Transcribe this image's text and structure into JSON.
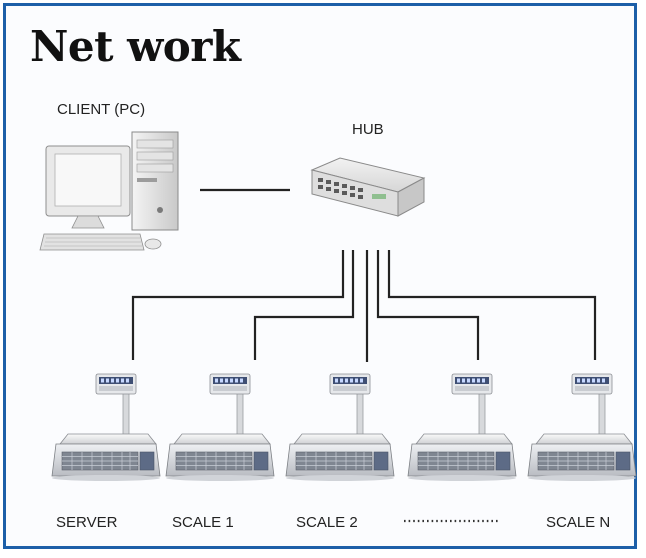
{
  "diagram": {
    "title": "Net work",
    "client_label": "CLIENT (PC)",
    "hub_label": "HUB",
    "scale_labels": [
      "SERVER",
      "SCALE 1",
      "SCALE 2",
      "SCALE N"
    ]
  },
  "colors": {
    "border": "#1d5fa8",
    "line": "#222222"
  }
}
